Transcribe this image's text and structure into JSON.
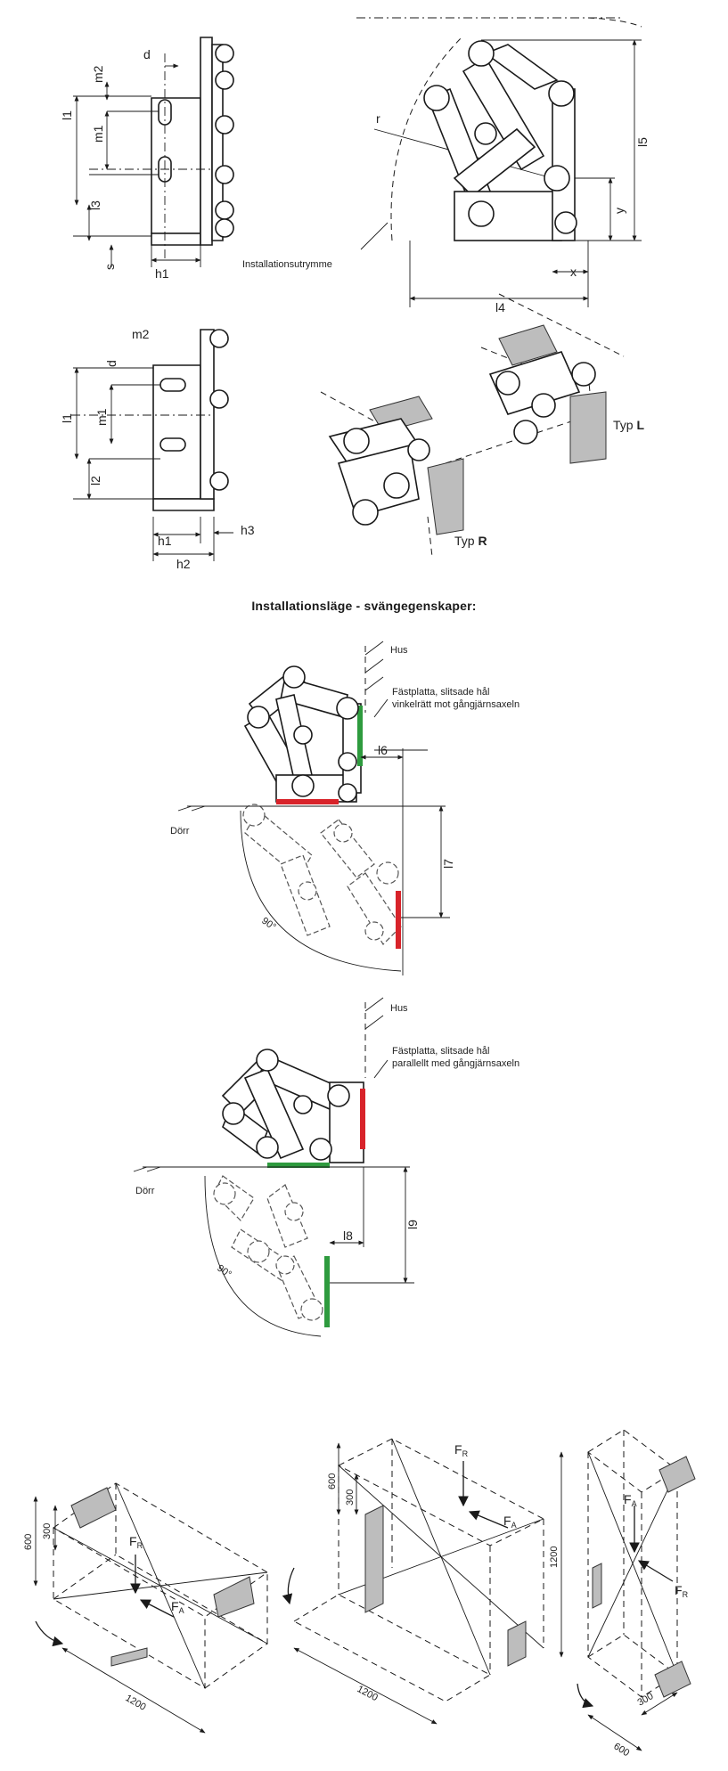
{
  "dims": {
    "d": "d",
    "m2": "m2",
    "m1": "m1",
    "l1": "l1",
    "l2": "l2",
    "l3": "l3",
    "s": "s",
    "h1": "h1",
    "h2": "h2",
    "h3": "h3",
    "r": "r",
    "x": "x",
    "y": "y",
    "l4": "l4",
    "l5": "l5",
    "l6": "l6",
    "l7": "l7",
    "l8": "l8",
    "l9": "l9"
  },
  "labels": {
    "installation_space": "Installationsutrymme",
    "type_l_prefix": "Typ ",
    "type_l_letter": "L",
    "type_r_prefix": "Typ ",
    "type_r_letter": "R",
    "section_title": "Installationsläge - svängegenskaper:",
    "hus": "Hus",
    "dorr": "Dörr",
    "plate_perpendicular_1": "Fästplatta, slitsade hål",
    "plate_perpendicular_2": "vinkelrätt mot gångjärnsaxeln",
    "plate_parallel_1": "Fästplatta, slitsade hål",
    "plate_parallel_2": "parallellt med gångjärnsaxeln",
    "angle_90": "90°"
  },
  "loads": {
    "fr": "F",
    "fr_sub": "R",
    "fa": "F",
    "fa_sub": "A",
    "dims_left": {
      "d600": "600",
      "d300": "300",
      "d1200": "1200"
    },
    "dims_mid": {
      "d600": "600",
      "d300": "300",
      "d1200": "1200"
    },
    "dims_right": {
      "d1200": "1200",
      "d300": "300",
      "d600": "600"
    }
  },
  "colors": {
    "red": "#d8232a",
    "green": "#2e9b3e",
    "gray": "#bdbdbd"
  }
}
